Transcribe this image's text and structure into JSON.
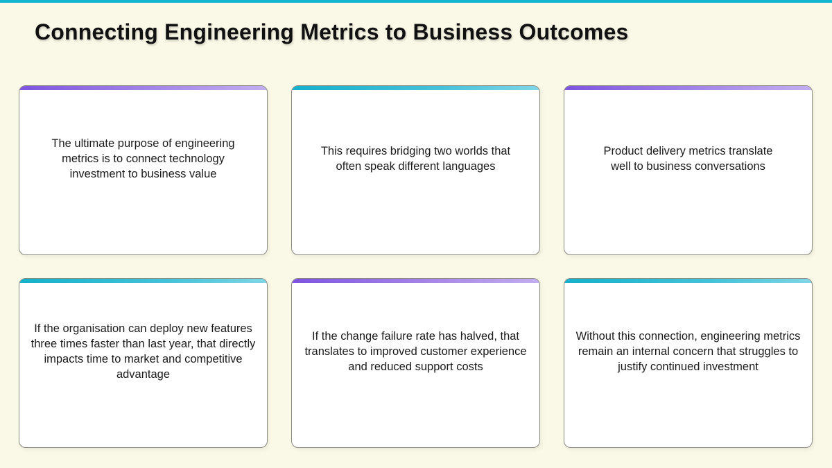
{
  "slide": {
    "title": "Connecting Engineering Metrics to Business Outcomes",
    "colors": {
      "background": "#faf8e6",
      "accent_top": "#13b5cf",
      "purple": "#7d53e0",
      "teal": "#14b0cb"
    },
    "cards": [
      {
        "accent": "purple",
        "text": "The ultimate purpose of engineering metrics is to connect technology investment to business value"
      },
      {
        "accent": "teal",
        "text": "This requires bridging two worlds that often speak different languages"
      },
      {
        "accent": "purple",
        "text": "Product delivery metrics translate well to business conversations"
      },
      {
        "accent": "teal",
        "text": "If the organisation can deploy new features three times faster than last year, that directly impacts time to market and competitive advantage"
      },
      {
        "accent": "purple",
        "text": "If the change failure rate has halved, that translates to improved customer experience and reduced support costs"
      },
      {
        "accent": "teal",
        "text": "Without this connection, engineering metrics remain an internal concern that struggles to justify continued investment"
      }
    ]
  }
}
